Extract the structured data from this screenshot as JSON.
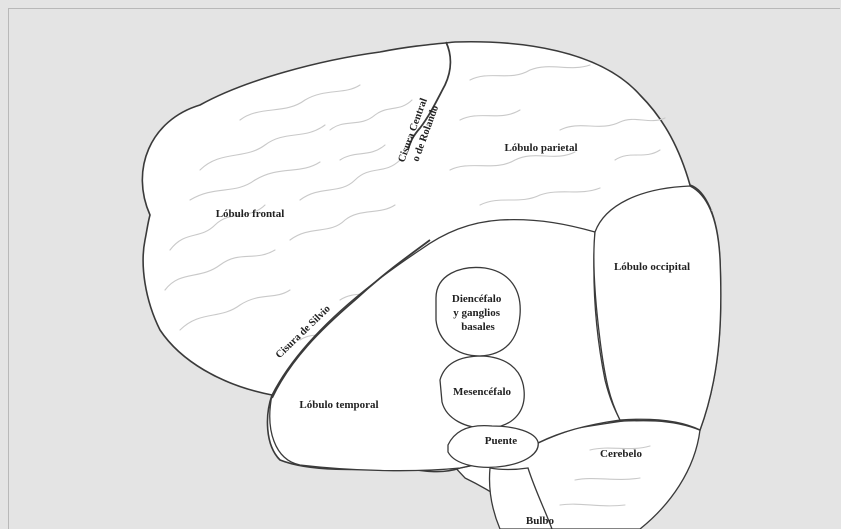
{
  "labels": {
    "central_sulcus": [
      "Cisura Central",
      "o de Rolando"
    ],
    "parietal": "Lóbulo parietal",
    "frontal": "Lóbulo frontal",
    "occipital": "Lóbulo occipital",
    "sylvian": "Cisura de Silvio",
    "diencephalon": [
      "Diencéfalo",
      "y ganglios",
      "basales"
    ],
    "temporal": "Lóbulo temporal",
    "mesencephalon": "Mesencéfalo",
    "pons": "Puente",
    "cerebellum": "Cerebelo",
    "medulla": "Bulbo"
  },
  "colors": {
    "background": "#e4e4e4",
    "brain_fill": "#ffffff",
    "outline": "#3a3a3a",
    "gyri": "#c9c9c9"
  }
}
